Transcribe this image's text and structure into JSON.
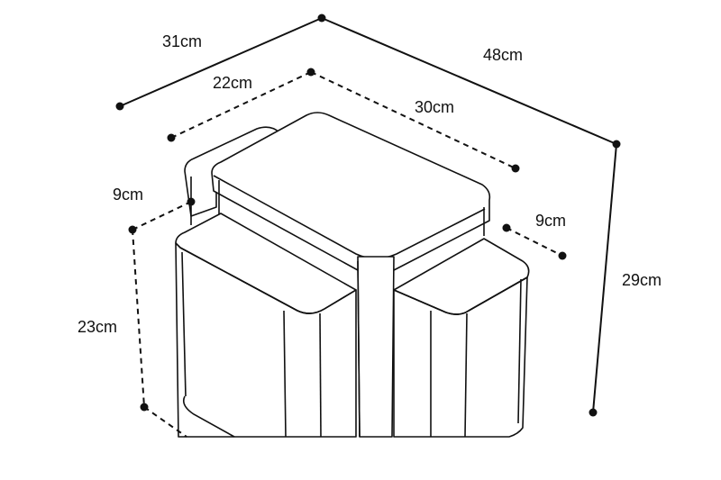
{
  "dimensions": {
    "outer_depth": "31cm",
    "outer_width": "48cm",
    "outer_height": "29cm",
    "inner_depth": "22cm",
    "inner_width": "30cm",
    "side_left": "9cm",
    "side_right": "9cm",
    "side_height": "23cm"
  }
}
